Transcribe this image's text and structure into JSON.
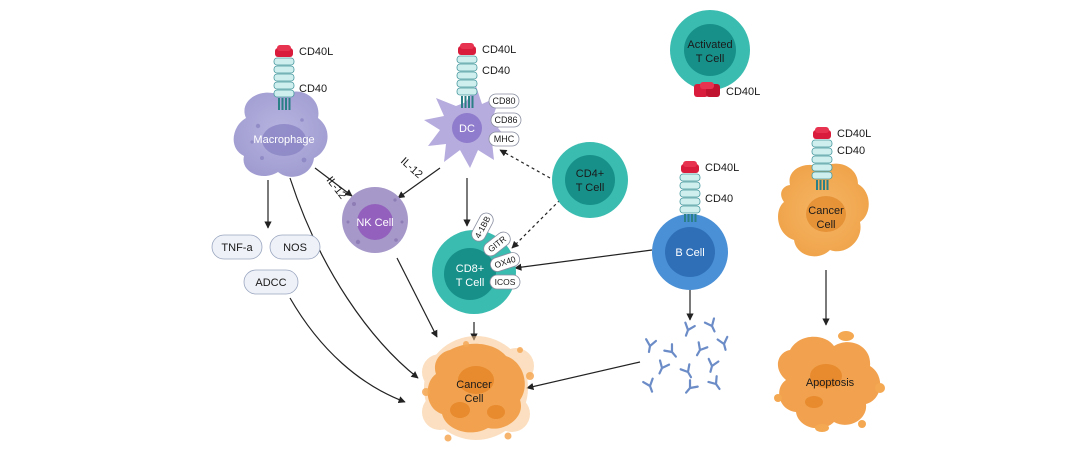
{
  "cells": {
    "macrophage": "Macrophage",
    "dc": "DC",
    "nk": "NK Cell",
    "cd4": [
      "CD4+",
      "T Cell"
    ],
    "cd8": [
      "CD8+",
      "T Cell"
    ],
    "b_cell": "B Cell",
    "activated": [
      "Activated",
      "T Cell"
    ],
    "cancer_top": [
      "Cancer",
      "Cell"
    ],
    "cancer_bottom": [
      "Cancer",
      "Cell"
    ],
    "apoptosis": "Apoptosis"
  },
  "receptors": {
    "cd40l": "CD40L",
    "cd40": "CD40"
  },
  "dc_markers": [
    "CD80",
    "CD86",
    "MHC"
  ],
  "t_markers": [
    "4-1BB",
    "GITR",
    "OX40",
    "ICOS"
  ],
  "macrophage_effects": [
    "TNF-a",
    "NOS",
    "ADCC"
  ],
  "cytokines": {
    "il12_left": "IL-12",
    "il12_right": "IL-12"
  },
  "colors": {
    "macrophage": "#a9a6d6",
    "nk": "#a698c9",
    "t_cell": "#3bbcb0",
    "b_cell": "#4a90d6",
    "cancer": "#f2a24e",
    "cd40l": "#d91c3c",
    "receptor": "#bfe6e6",
    "antibody": "#6b8cc7"
  }
}
